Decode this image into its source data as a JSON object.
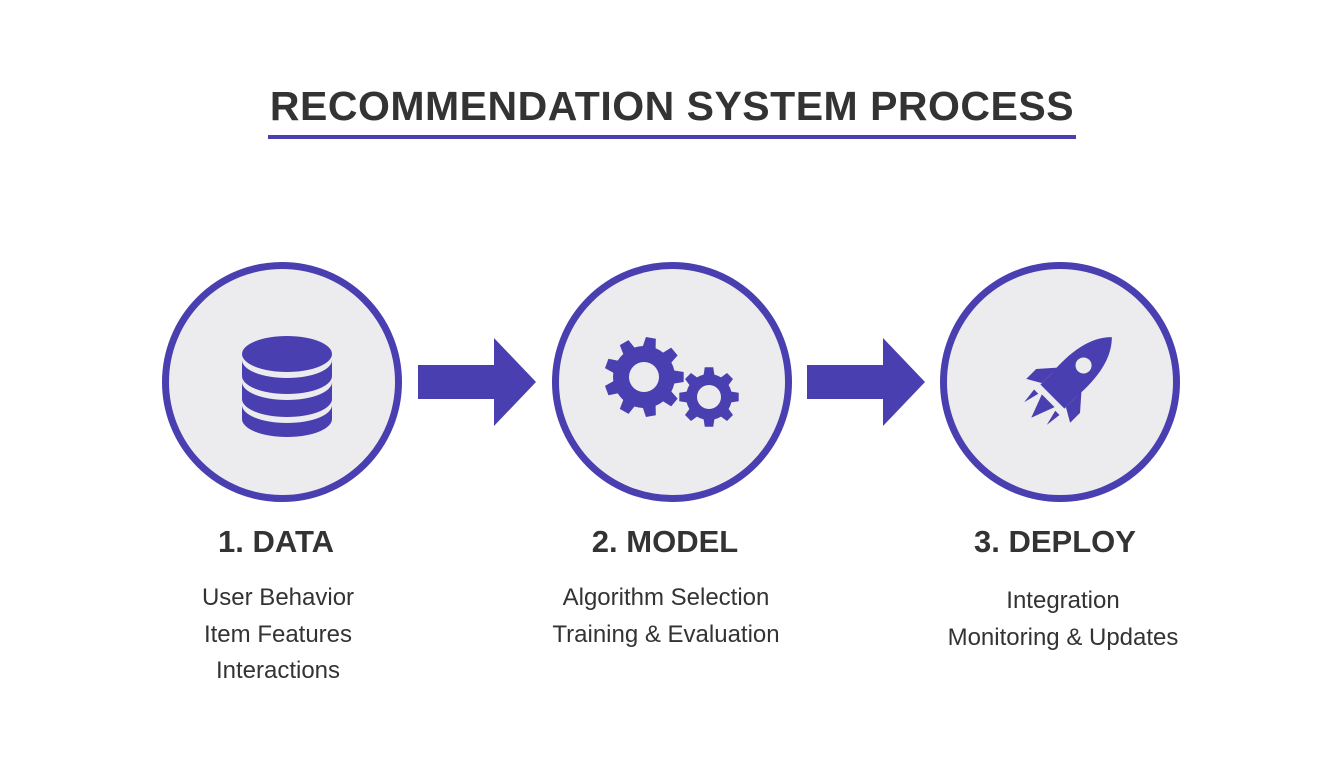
{
  "title": "RECOMMENDATION SYSTEM PROCESS",
  "colors": {
    "accent": "#4a3fb0",
    "circle_fill": "#ececef",
    "text": "#333333",
    "background": "#ffffff"
  },
  "steps": [
    {
      "title": "1. DATA",
      "icon": "database-icon",
      "lines": [
        "User Behavior",
        "Item Features",
        "Interactions"
      ]
    },
    {
      "title": "2. MODEL",
      "icon": "gears-icon",
      "lines": [
        "Algorithm Selection",
        "Training & Evaluation"
      ]
    },
    {
      "title": "3. DEPLOY",
      "icon": "rocket-icon",
      "lines": [
        "Integration",
        "Monitoring & Updates"
      ]
    }
  ],
  "connectors": [
    "arrow-right-icon",
    "arrow-right-icon"
  ]
}
